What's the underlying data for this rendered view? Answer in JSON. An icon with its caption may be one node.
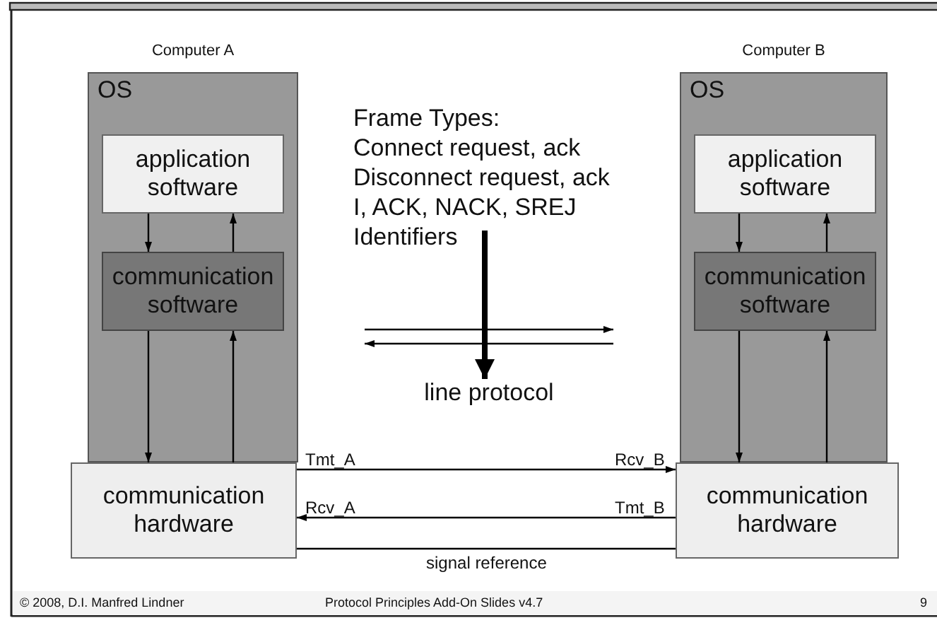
{
  "diagram": {
    "nodes": [
      {
        "text": [
          "Computer A",
          "OS"
        ]
      },
      {
        "text": [
          "application software"
        ],
        "in": 0
      },
      {
        "text": [
          "communication software"
        ],
        "in": 0
      },
      {
        "text": [
          "communication hardware"
        ]
      },
      {
        "text": [
          "Computer B",
          "OS"
        ]
      },
      {
        "text": [
          "application software"
        ],
        "in": 4
      },
      {
        "text": [
          "communication software"
        ],
        "in": 4
      },
      {
        "text": [
          "communication hardware"
        ]
      },
      {
        "text": [
          "Frame Types:",
          "Connect request, ack",
          "Disconnect request, ack",
          "I, ACK, NACK, SREJ",
          "Identifiers"
        ]
      },
      {
        "text": [
          "line protocol"
        ]
      }
    ],
    "edges": [
      {
        "from": 1,
        "to": 2,
        "arrow": "to"
      },
      {
        "from": 2,
        "to": 1,
        "arrow": "to"
      },
      {
        "from": 2,
        "to": 3,
        "arrow": "to"
      },
      {
        "from": 3,
        "to": 2,
        "arrow": "to"
      },
      {
        "from": 5,
        "to": 6,
        "arrow": "to"
      },
      {
        "from": 6,
        "to": 5,
        "arrow": "to"
      },
      {
        "from": 6,
        "to": 7,
        "arrow": "to"
      },
      {
        "from": 7,
        "to": 6,
        "arrow": "to"
      },
      {
        "from": 8,
        "to": 9,
        "arrow": "to",
        "style": "thick"
      },
      {
        "from": 3,
        "to": 7,
        "arrow": "to"
      },
      {
        "from": 7,
        "to": 3,
        "arrow": "to"
      },
      {
        "from": 3,
        "to": 7,
        "arrow": "none",
        "label": "signal reference"
      }
    ],
    "labels": [
      "Tmt_A",
      "Rcv_B",
      "Rcv_A",
      "Tmt_B",
      "© 2008, D.I. Manfred Lindner",
      "Protocol Principles Add-On Slides v4.7",
      "9"
    ]
  }
}
